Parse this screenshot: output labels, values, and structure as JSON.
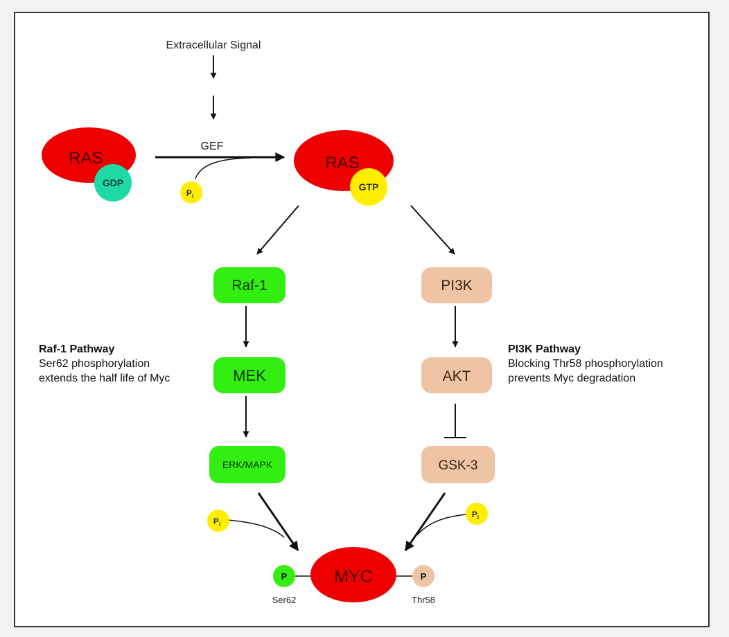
{
  "signal": "Extracellular Signal",
  "gef": "GEF",
  "ras_inactive": {
    "label": "RAS",
    "nucleotide": "GDP"
  },
  "ras_active": {
    "label": "RAS",
    "nucleotide": "GTP"
  },
  "phosphate": {
    "base": "P",
    "sub": "i"
  },
  "nodes": {
    "raf1": "Raf-1",
    "mek": "MEK",
    "erk": "ERK/MAPK",
    "pi3k": "PI3K",
    "akt": "AKT",
    "gsk3": "GSK-3",
    "myc": "MYC"
  },
  "sites": {
    "ser62": {
      "mark": "P",
      "label": "Ser62"
    },
    "thr58": {
      "mark": "P",
      "label": "Thr58"
    }
  },
  "left_note": {
    "title": "Raf-1 Pathway",
    "line1": "Ser62 phosphorylation",
    "line2": "extends the half life of Myc"
  },
  "right_note": {
    "title": "PI3K Pathway",
    "line1": "Blocking Thr58 phosphorylation",
    "line2": "prevents Myc degradation"
  },
  "colors": {
    "ras": "#ee0000",
    "gdp": "#1ed9a7",
    "pi": "#ffee00",
    "raf_path": "#33ee11",
    "pi3k_path": "#efc4a4"
  }
}
